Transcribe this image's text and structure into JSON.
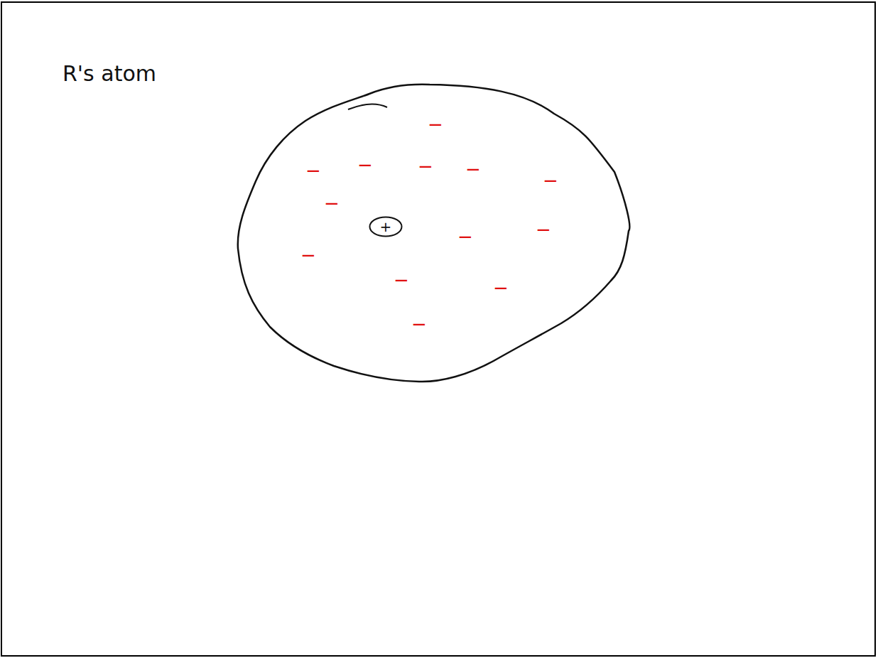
{
  "diagram": {
    "title": "R's atom",
    "nodes": [
      {
        "text": [
          "+"
        ]
      }
    ],
    "labels": [
      "−",
      "−",
      "−",
      "−",
      "−",
      "−",
      "−",
      "−",
      "−",
      "−",
      "−",
      "−",
      "−"
    ]
  }
}
